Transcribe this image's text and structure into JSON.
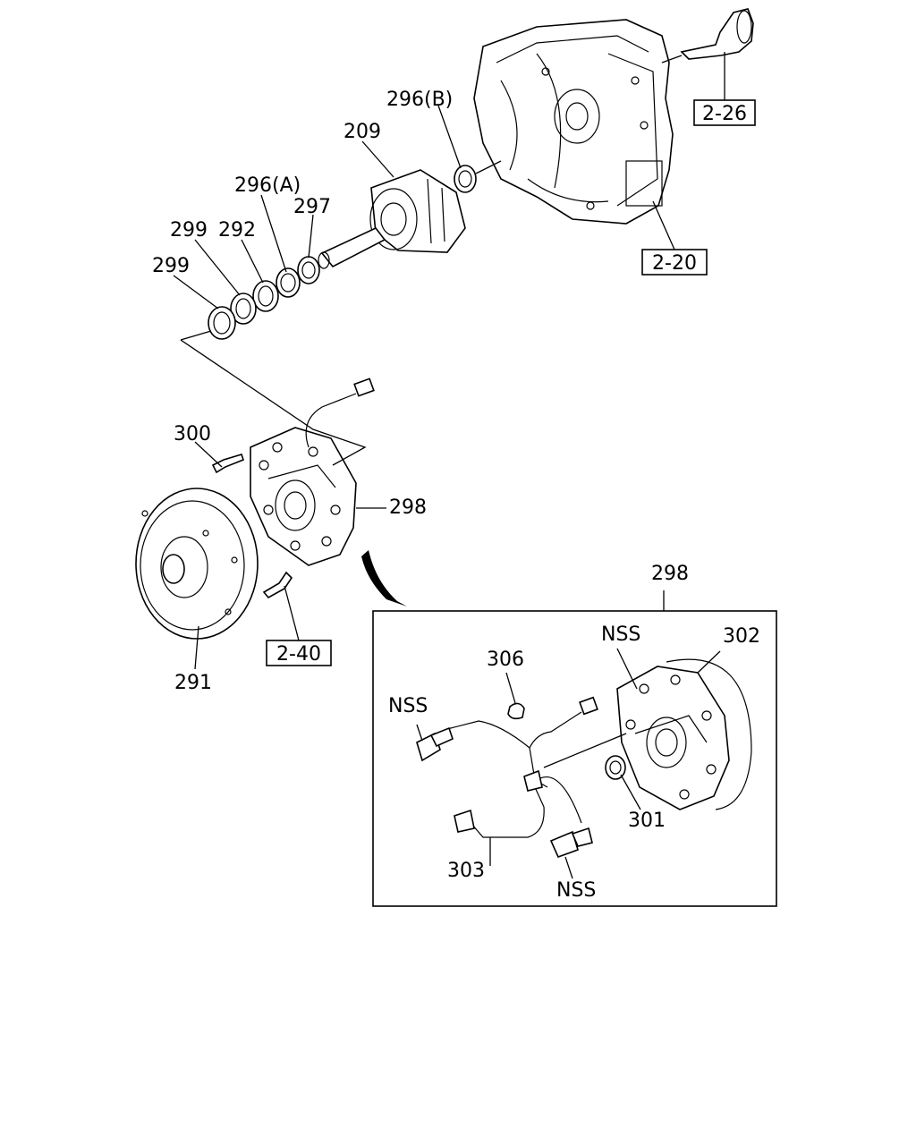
{
  "labels": {
    "p296b": "296(B)",
    "p209": "209",
    "p296a": "296(A)",
    "p297": "297",
    "p299a": "299",
    "p292": "292",
    "p299b": "299",
    "p300": "300",
    "p298": "298",
    "p291": "291",
    "p298_inset": "298",
    "p302": "302",
    "p306": "306",
    "nss_1": "NSS",
    "nss_2": "NSS",
    "nss_3": "NSS",
    "p301": "301",
    "p303": "303"
  },
  "refs": {
    "r226": "2-26",
    "r220": "2-20",
    "r240": "2-40"
  }
}
